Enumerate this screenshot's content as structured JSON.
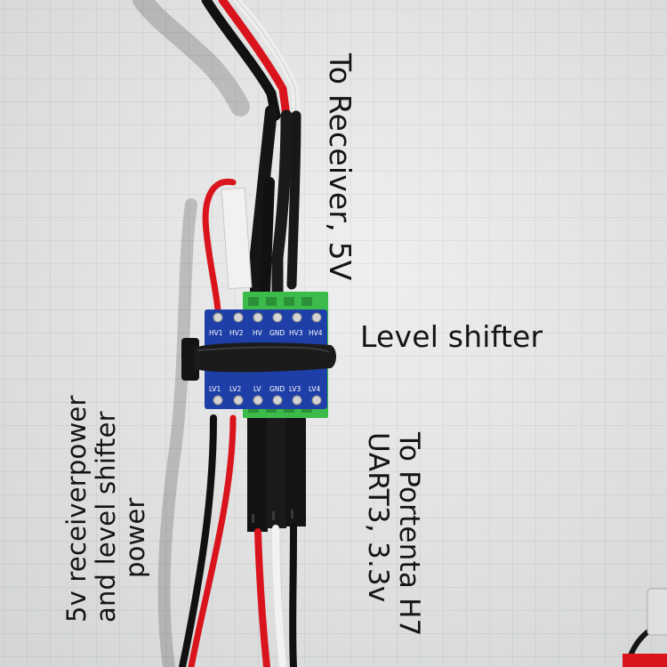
{
  "photo": {
    "paper_color": "#e9eae9",
    "grid_color": "#c4c7ca",
    "board_color": "#1f3fa8",
    "terminal_color": "#3dbb4a",
    "wire_colors": [
      "#111111",
      "#d9141c",
      "#eeeeee"
    ]
  },
  "captions": {
    "to_receiver": "To Receiver, 5V",
    "level_shifter": "Level shifter",
    "to_portenta_line1": "To Portenta H7",
    "to_portenta_line2": "UART3, 3.3v",
    "power_line1": "5v receiverpower",
    "power_line2": "and level shifter",
    "power_line3": "power"
  },
  "board": {
    "hv_pins": [
      "HV1",
      "HV2",
      "HV",
      "GND",
      "HV3",
      "HV4"
    ],
    "lv_pins": [
      "LV1",
      "LV2",
      "LV",
      "GND",
      "LV3",
      "LV4"
    ]
  }
}
